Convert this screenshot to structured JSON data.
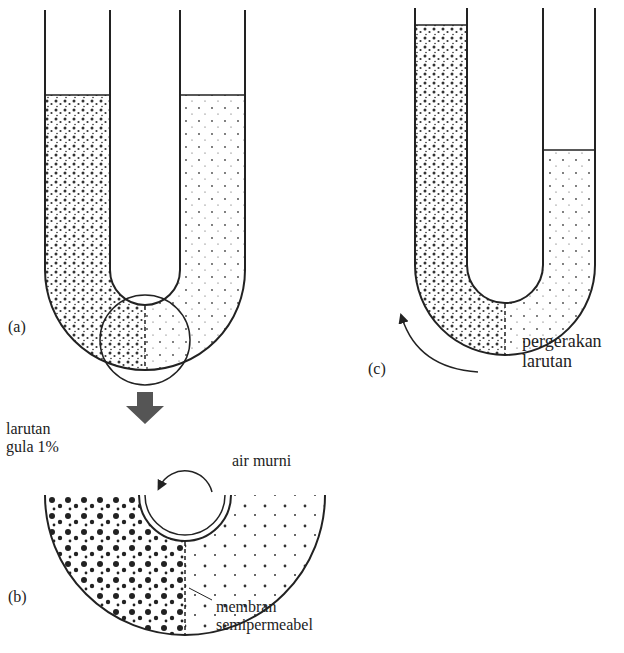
{
  "diagram": {
    "labels": [
      "(a)",
      "larutan gula 1%",
      "air murni",
      "(b)",
      "membran semipermeabel",
      "(c)",
      "pergerakan larutan"
    ]
  }
}
